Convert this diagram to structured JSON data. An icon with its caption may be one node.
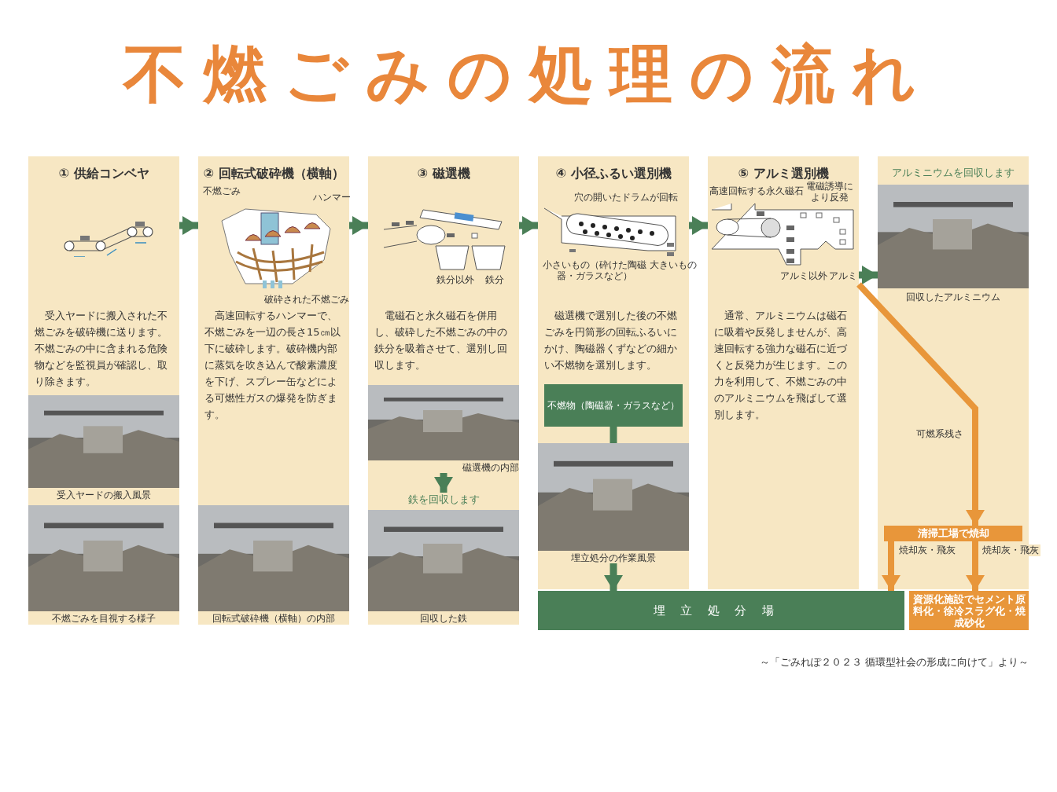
{
  "diagram": {
    "title": "不燃ごみの処理の流れ",
    "caption": "～「ごみれぽ２０２３ 循環型社会の形成に向けて」より～",
    "nodes": [
      {
        "text": [
          "① 供給コンベヤ",
          "受入ヤードに搬入された不燃ごみを破砕機に送ります。不燃ごみの中に含まれる危険物などを監視員が確認し、取り除きます。",
          "受入ヤードの搬入風景",
          "不燃ごみを目視する様子"
        ]
      },
      {
        "text": [
          "② 回転式破砕機（横軸）",
          "高速回転するハンマーで、不燃ごみを一辺の長さ15㎝以下に破砕します。破砕機内部に蒸気を吹き込んで酸素濃度を下げ、スプレー缶などによる可燃性ガスの爆発を防ぎます。",
          "回転式破砕機（横軸）の内部"
        ]
      },
      {
        "text": [
          "③ 磁選機",
          "電磁石と永久磁石を併用し、破砕した不燃ごみの中の鉄分を吸着させて、選別し回収します。",
          "回収した鉄"
        ]
      },
      {
        "text": [],
        "shape": "picture",
        "beside": [
          "磁選機の内部"
        ],
        "in": 2
      },
      {
        "text": [
          "鉄を回収します"
        ],
        "in": 2
      },
      {
        "text": [
          "④ 小径ふるい選別機",
          "磁選機で選別した後の不燃ごみを円筒形の回転ふるいにかけ、陶磁器くずなどの細かい不燃物を選別します。"
        ]
      },
      {
        "text": [
          "不燃物（陶磁器・ガラスなど）"
        ],
        "in": 5
      },
      {
        "text": [],
        "shape": "picture",
        "beside": [
          "埋立処分の作業風景"
        ],
        "in": 5
      },
      {
        "text": [
          "⑤ アルミ選別機",
          "通常、アルミニウムは磁石に吸着や反発しませんが、高速回転する強力な磁石に近づくと反発力が生じます。この力を利用して、不燃ごみの中のアルミニウムを飛ばして選別します。"
        ]
      },
      {
        "text": [
          "アルミニウムを回収します",
          "回収したアルミニウム"
        ]
      },
      {
        "text": [
          "清掃工場で焼却"
        ],
        "in": 9
      },
      {
        "text": [
          "埋立処分場"
        ]
      },
      {
        "text": [
          "資源化施設でセメント原料化・徐冷スラグ化・焼成砂化"
        ]
      }
    ],
    "edges": [
      {
        "from": 0,
        "to": 1,
        "arrow": "to"
      },
      {
        "from": 1,
        "to": 2,
        "arrow": "to"
      },
      {
        "from": 2,
        "to": 5,
        "arrow": "to"
      },
      {
        "from": 5,
        "to": 8,
        "arrow": "to"
      },
      {
        "from": 8,
        "to": 9,
        "arrow": "to"
      },
      {
        "from": 3,
        "to": 4,
        "arrow": "to"
      },
      {
        "from": 6,
        "to": 7,
        "arrow": "none"
      },
      {
        "from": 7,
        "to": 11,
        "arrow": "to"
      },
      {
        "from": 8,
        "to": 10,
        "arrow": "to",
        "label": "可燃系残さ",
        "color": "#e8963a"
      },
      {
        "from": 10,
        "to": 11,
        "arrow": "to",
        "label": "焼却灰・飛灰",
        "color": "#e8963a"
      },
      {
        "from": 10,
        "to": 12,
        "arrow": "to",
        "label": "焼却灰・飛灰",
        "color": "#e8963a"
      }
    ],
    "labels": [
      "不燃ごみ",
      "ハンマー",
      "破砕された不燃ごみ",
      "鉄分以外",
      "鉄分",
      "穴の開いたドラムが回転",
      "小さいもの（砕けた陶磁器・ガラスなど）",
      "大きいもの",
      "高速回転する永久磁石",
      "電磁誘導により反発",
      "アルミ以外",
      "アルミ"
    ]
  }
}
